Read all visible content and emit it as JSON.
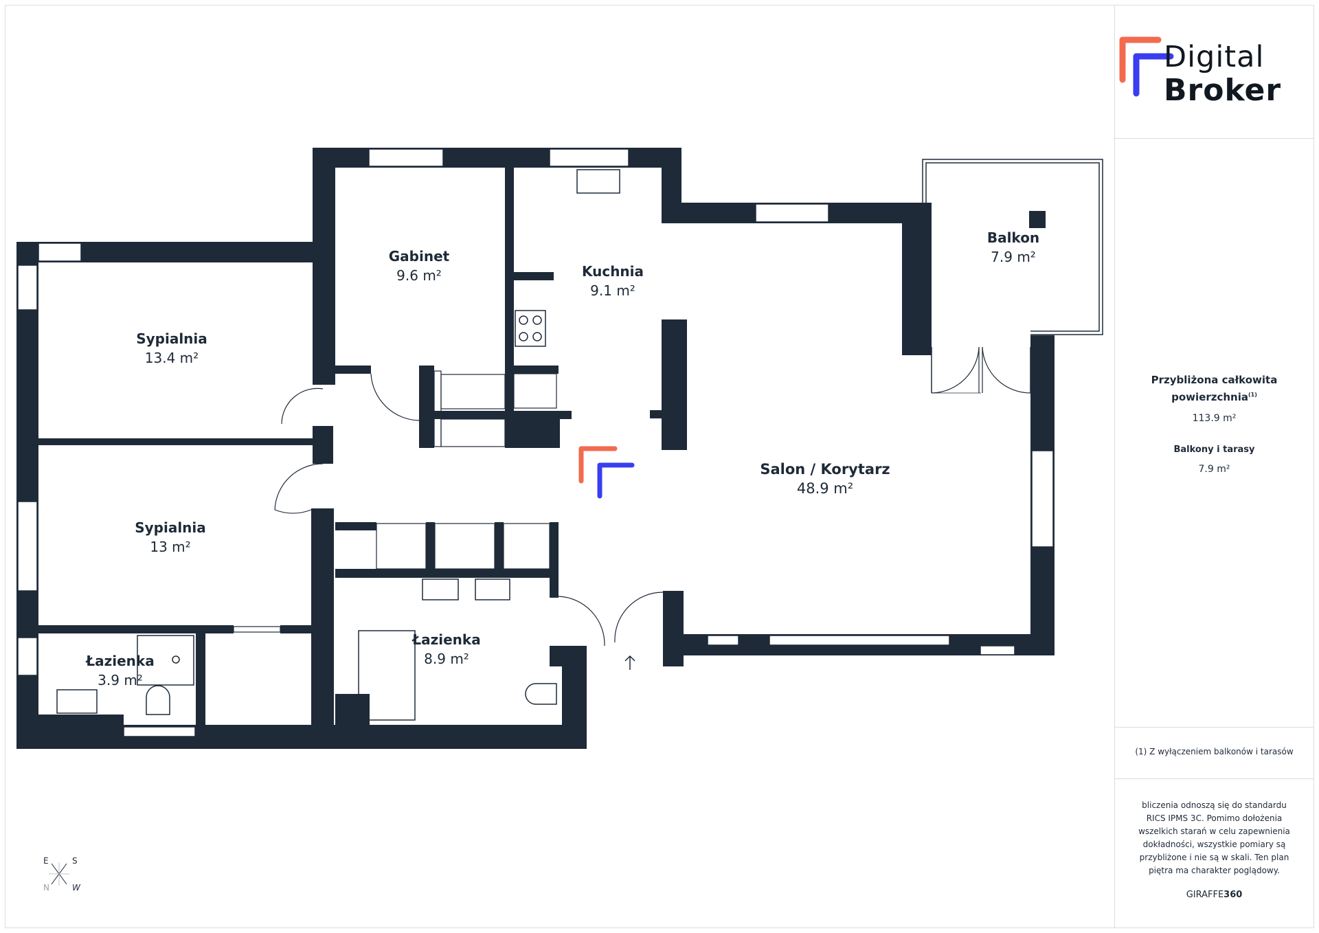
{
  "brand": {
    "line1": "Digital",
    "line2": "Broker",
    "colors": {
      "orange": "#f26b4f",
      "blue": "#3a3df0",
      "wall": "#1e2a38"
    }
  },
  "rooms": [
    {
      "id": "gabinet",
      "name": "Gabinet",
      "area": "9.6 m²"
    },
    {
      "id": "kuchnia",
      "name": "Kuchnia",
      "area": "9.1 m²"
    },
    {
      "id": "balkon",
      "name": "Balkon",
      "area": "7.9 m²"
    },
    {
      "id": "sypialnia1",
      "name": "Sypialnia",
      "area": "13.4 m²"
    },
    {
      "id": "sypialnia2",
      "name": "Sypialnia",
      "area": "13 m²"
    },
    {
      "id": "salon",
      "name": "Salon / Korytarz",
      "area": "48.9 m²"
    },
    {
      "id": "lazienka1",
      "name": "Łazienka",
      "area": "3.9 m²"
    },
    {
      "id": "lazienka2",
      "name": "Łazienka",
      "area": "8.9 m²"
    }
  ],
  "summary": {
    "total_label_line1": "Przybliżona całkowita",
    "total_label_line2": "powierzchnia",
    "total_footnote_mark": "(1)",
    "total_value": "113.9 m²",
    "balcony_label": "Balkony i tarasy",
    "balcony_value": "7.9 m²"
  },
  "footnote": "(1) Z wyłączeniem balkonów i tarasów",
  "disclaimer": [
    "bliczenia odnoszą się do standardu",
    "RICS IPMS 3C. Pomimo dołożenia",
    "wszelkich starań w celu zapewnienia",
    "dokładności, wszystkie pomiary są",
    "przybliżone i nie są w skali. Ten plan",
    "piętra ma charakter poglądowy."
  ],
  "credit": {
    "prefix": "GIRAFFE",
    "suffix": "360"
  },
  "compass": {
    "e": "E",
    "s": "S",
    "n": "N",
    "w": "W"
  }
}
